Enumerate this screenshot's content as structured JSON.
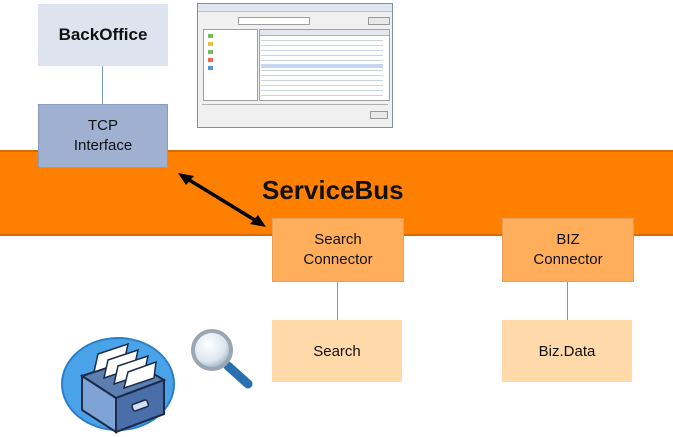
{
  "nodes": {
    "backoffice": "BackOffice",
    "tcp_line1": "TCP",
    "tcp_line2": "Interface",
    "servicebus": "ServiceBus",
    "search_connector_line1": "Search",
    "search_connector_line2": "Connector",
    "biz_connector_line1": "BIZ",
    "biz_connector_line2": "Connector",
    "search": "Search",
    "biz_data": "Biz.Data"
  },
  "colors": {
    "bus": "#ff8000",
    "connector": "#ffae5c",
    "data_box": "#ffd9a9",
    "backoffice": "#dde4f0",
    "tcp": "#9fb0d0",
    "link": "#7a9cc4"
  },
  "icons": [
    "screenshot-thumbnail",
    "magnifier-icon",
    "file-cabinet-icon",
    "double-arrow"
  ]
}
